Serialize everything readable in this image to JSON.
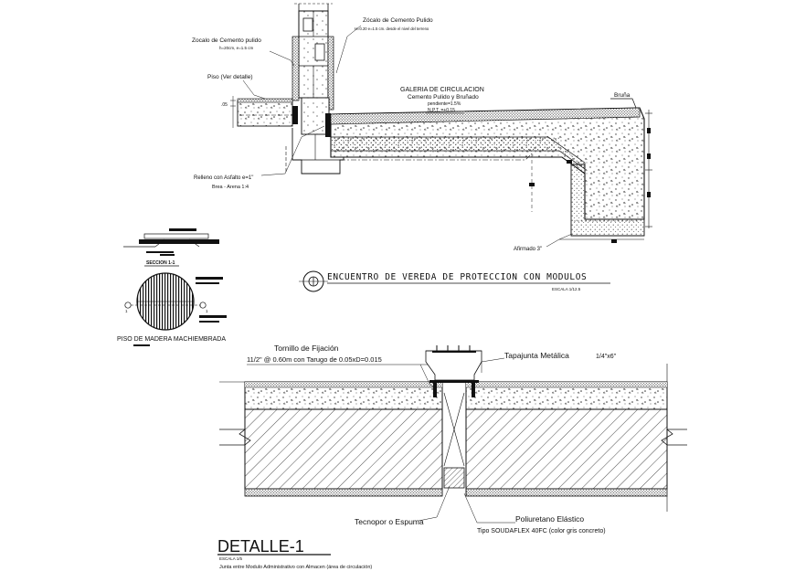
{
  "top_detail": {
    "labels": {
      "zocalo_pulido_title": "Zocalo de Cemento pulido",
      "zocalo_pulido_spec": "h=20cm, e=1.5 cm",
      "zocalo_pulido2_title": "Zócalo de Cemento Pulido",
      "zocalo_pulido2_spec": "H=0.20 e=1.5 cm. desde el nivel del terreno",
      "piso_ver_detalle": "Piso (Ver detalle)",
      "dim_left": ".05",
      "galeria_title": "GALERIA DE CIRCULACION",
      "galeria_sub": "Cemento Pulido y Bruñado",
      "galeria_pendiente": "pendiente=1.5%",
      "galeria_npt": "N.P.T. =+0.15",
      "bruna": "Bruña",
      "relleno_asfalto": "Relleno con Asfalto e=1\"",
      "brea_arena": "Brea - Arena 1:4",
      "afirmado": "Afirmado 3\""
    }
  },
  "section_title": {
    "title": "ENCUENTRO DE VEREDA DE PROTECCION CON MODULOS",
    "scale": "ESCALA 1/12.5"
  },
  "wood_floor": {
    "section_label": "SECCION 1-1",
    "title": "PISO DE MADERA MACHIEMBRADA",
    "mark_left": "1",
    "mark_right": "1"
  },
  "detail_1": {
    "labels": {
      "tornillo": "Tornillo de Fijación",
      "tornillo_spec": "11/2\" @ 0.60m con Tarugo de 0.05xD=0.015",
      "tapajunta": "Tapajunta Metálica",
      "tapajunta_size": "1/4\"x6\"",
      "poliuretano": "Poliuretano Elástico",
      "poliuretano_tipo": "Tipo SOUDAFLEX 40FC (color gris concreto)",
      "tecnopor": "Tecnopor o Espuma"
    },
    "title": "DETALLE-1",
    "scale": "ESCALA 1/5",
    "description": "Junta entre Modulo Administrativo con Almacen (área de circulación)"
  }
}
